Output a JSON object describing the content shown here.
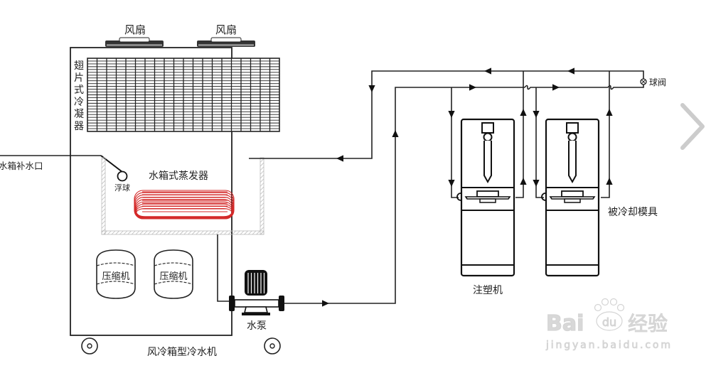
{
  "diagram": {
    "title": "风冷箱型冷水机",
    "labels": {
      "fan_left": "风扇",
      "fan_right": "风扇",
      "condenser": [
        "翅",
        "片",
        "式",
        "冷",
        "凝",
        "器"
      ],
      "water_inlet": "水箱补水口",
      "float_ball": "浮球",
      "evaporator": "水箱式蒸发器",
      "compressor_1": "压缩机",
      "compressor_2": "压缩机",
      "pump": "水泵",
      "ball_valve": "球阀",
      "mold": "被冷却模具",
      "injection_machine": "注塑机"
    },
    "colors": {
      "line": "#111111",
      "coil": "#d42a2a",
      "tank_wall": "#bbbbbb",
      "nav_arrow": "#cccccc",
      "watermark": "#d8d8d8"
    }
  },
  "watermark": {
    "brand": "Bai",
    "brand_paw": "du",
    "product": "经验",
    "url": "jingyan.baidu.com"
  },
  "nav": {
    "next_icon": "chevron-right-icon"
  }
}
